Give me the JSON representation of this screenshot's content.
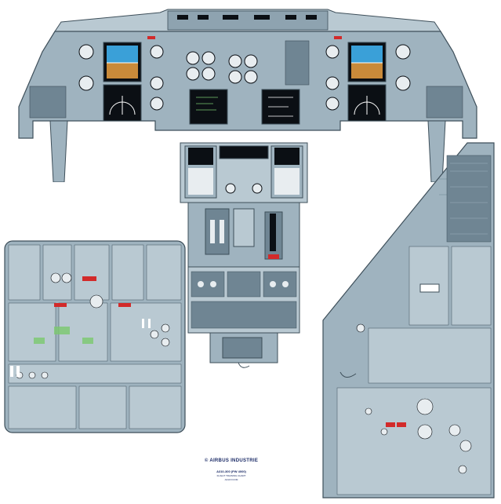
{
  "credit": {
    "brand": "© AIRBUS INDUSTRIE",
    "model": "A310-300 (PW 4000)",
    "subtitle": "FLIGHT TRAINING CHART",
    "code": "A310 FCOM"
  },
  "colors": {
    "panel": "#9fb3bf",
    "panel_light": "#b9c9d2",
    "panel_dark": "#6f8593",
    "outline": "#3e4f5a",
    "screen": "#0b0f14",
    "attitude_sky": "#3aa0d8",
    "attitude_ground": "#c98a3a",
    "warning_red": "#d22a2a",
    "knob_white": "#e8edf0",
    "annunciator_green": "#7bc96f",
    "credit_blue": "#1a2a66"
  },
  "icons": {
    "main_panel": "main-instrument-panel-icon",
    "pedestal": "center-pedestal-icon",
    "overhead": "overhead-panel-icon",
    "side_console": "side-console-icon",
    "glareshield": "glareshield-icon"
  }
}
